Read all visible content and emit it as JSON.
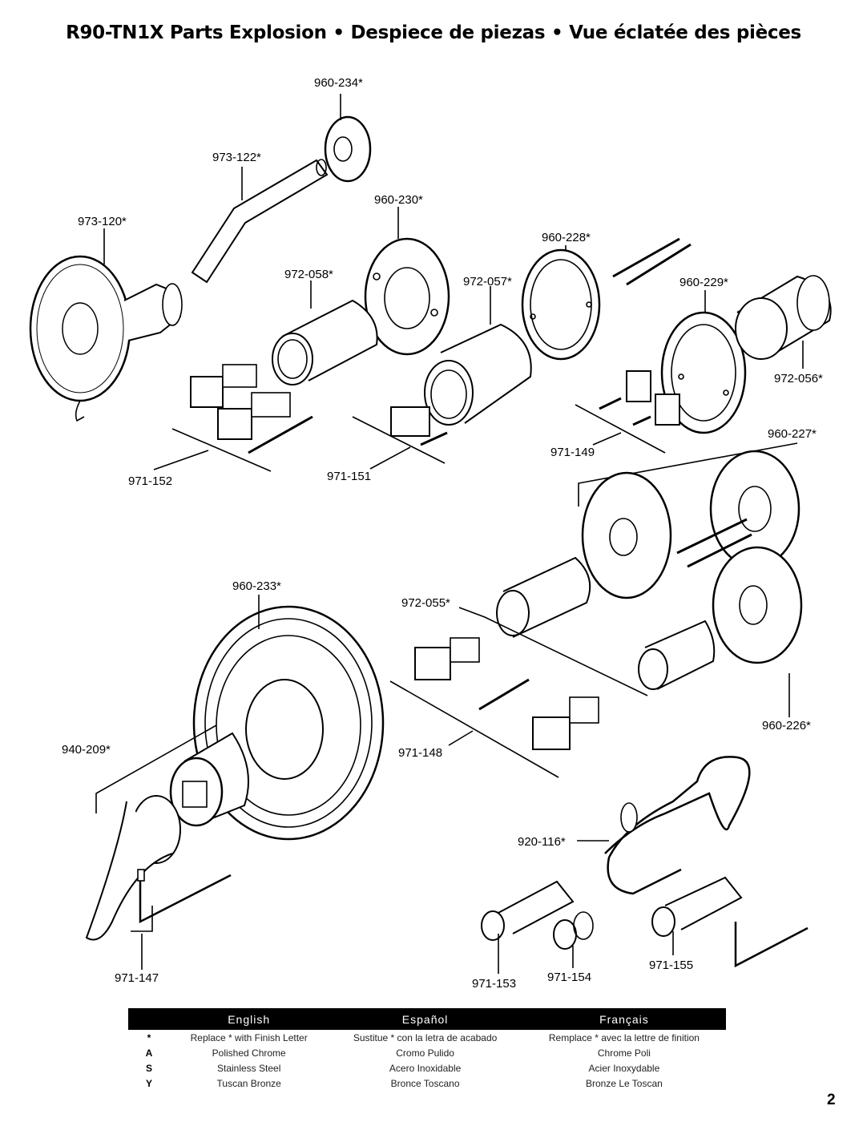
{
  "title": "R90-TN1X  Parts Explosion • Despiece de piezas • Vue éclatée des pièces",
  "parts": [
    {
      "id": "p960234",
      "label": "960-234*"
    },
    {
      "id": "p973122",
      "label": "973-122*"
    },
    {
      "id": "p960230",
      "label": "960-230*"
    },
    {
      "id": "p973120",
      "label": "973-120*"
    },
    {
      "id": "p960228",
      "label": "960-228*"
    },
    {
      "id": "p972058",
      "label": "972-058*"
    },
    {
      "id": "p972057",
      "label": "972-057*"
    },
    {
      "id": "p960229",
      "label": "960-229*"
    },
    {
      "id": "p972056",
      "label": "972-056*"
    },
    {
      "id": "p971149",
      "label": "971-149"
    },
    {
      "id": "p971151",
      "label": "971-151"
    },
    {
      "id": "p971152",
      "label": "971-152"
    },
    {
      "id": "p960227",
      "label": "960-227*"
    },
    {
      "id": "p960233",
      "label": "960-233*"
    },
    {
      "id": "p972055",
      "label": "972-055*"
    },
    {
      "id": "p940209",
      "label": "940-209*"
    },
    {
      "id": "p971148",
      "label": "971-148"
    },
    {
      "id": "p960226",
      "label": "960-226*"
    },
    {
      "id": "p920116",
      "label": "920-116*"
    },
    {
      "id": "p971147",
      "label": "971-147"
    },
    {
      "id": "p971155",
      "label": "971-155"
    },
    {
      "id": "p971153",
      "label": "971-153"
    },
    {
      "id": "p971154",
      "label": "971-154"
    }
  ],
  "legend": {
    "headers": [
      "English",
      "Español",
      "Français"
    ],
    "rows": [
      {
        "key": "*",
        "en": "Replace * with Finish Letter",
        "es": "Sustitue * con la letra de acabado",
        "fr": "Remplace * avec la lettre de finition"
      },
      {
        "key": "A",
        "en": "Polished Chrome",
        "es": "Cromo Pulido",
        "fr": "Chrome Poli"
      },
      {
        "key": "S",
        "en": "Stainless Steel",
        "es": "Acero Inoxidable",
        "fr": "Acier Inoxydable"
      },
      {
        "key": "Y",
        "en": "Tuscan Bronze",
        "es": "Bronce Toscano",
        "fr": "Bronze Le Toscan"
      }
    ]
  },
  "page_number": "2"
}
